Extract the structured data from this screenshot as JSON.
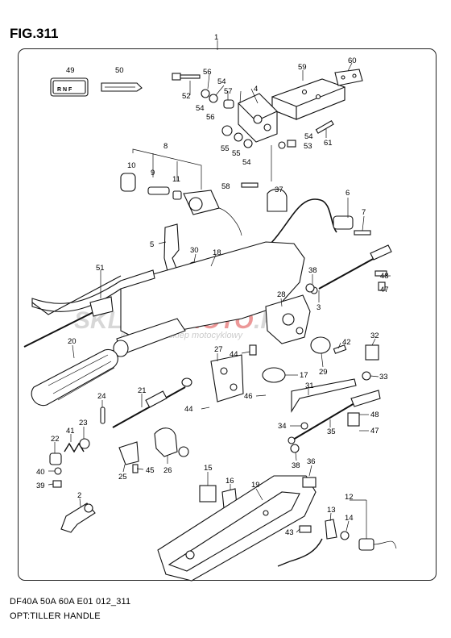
{
  "figure": {
    "title": "FIG.311"
  },
  "footer": {
    "model_code": "DF40A 50A 60A E01 012_311",
    "diagram_name": "OPT:TILLER HANDLE"
  },
  "watermark": {
    "brand_a": "SKLEP",
    "brand_b": "MOTO",
    "brand_c": ".PL",
    "tagline": "internetowy sklep motocyklowy"
  },
  "tag49": {
    "text": "R N F"
  },
  "callouts": [
    {
      "n": "1"
    },
    {
      "n": "49"
    },
    {
      "n": "50"
    },
    {
      "n": "56"
    },
    {
      "n": "60"
    },
    {
      "n": "59"
    },
    {
      "n": "52"
    },
    {
      "n": "54"
    },
    {
      "n": "57"
    },
    {
      "n": "4"
    },
    {
      "n": "56"
    },
    {
      "n": "54"
    },
    {
      "n": "8"
    },
    {
      "n": "55"
    },
    {
      "n": "55"
    },
    {
      "n": "54"
    },
    {
      "n": "53"
    },
    {
      "n": "61"
    },
    {
      "n": "54"
    },
    {
      "n": "10"
    },
    {
      "n": "9"
    },
    {
      "n": "11"
    },
    {
      "n": "58"
    },
    {
      "n": "37"
    },
    {
      "n": "6"
    },
    {
      "n": "7"
    },
    {
      "n": "5"
    },
    {
      "n": "30"
    },
    {
      "n": "18"
    },
    {
      "n": "51"
    },
    {
      "n": "38"
    },
    {
      "n": "48"
    },
    {
      "n": "47"
    },
    {
      "n": "28"
    },
    {
      "n": "3"
    },
    {
      "n": "20"
    },
    {
      "n": "27"
    },
    {
      "n": "44"
    },
    {
      "n": "42"
    },
    {
      "n": "32"
    },
    {
      "n": "17"
    },
    {
      "n": "29"
    },
    {
      "n": "33"
    },
    {
      "n": "21"
    },
    {
      "n": "46"
    },
    {
      "n": "31"
    },
    {
      "n": "24"
    },
    {
      "n": "44"
    },
    {
      "n": "48"
    },
    {
      "n": "23"
    },
    {
      "n": "41"
    },
    {
      "n": "22"
    },
    {
      "n": "34"
    },
    {
      "n": "35"
    },
    {
      "n": "47"
    },
    {
      "n": "26"
    },
    {
      "n": "40"
    },
    {
      "n": "25"
    },
    {
      "n": "45"
    },
    {
      "n": "38"
    },
    {
      "n": "36"
    },
    {
      "n": "39"
    },
    {
      "n": "15"
    },
    {
      "n": "16"
    },
    {
      "n": "19"
    },
    {
      "n": "2"
    },
    {
      "n": "12"
    },
    {
      "n": "13"
    },
    {
      "n": "14"
    },
    {
      "n": "43"
    }
  ]
}
